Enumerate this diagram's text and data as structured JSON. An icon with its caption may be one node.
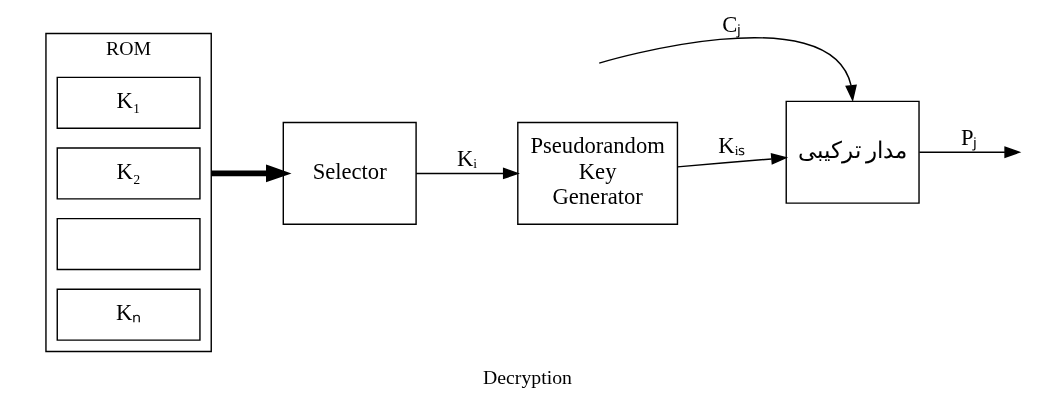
{
  "diagram": {
    "caption": "Decryption",
    "nodes": [
      {
        "text": [
          "ROM"
        ]
      },
      {
        "text": [
          "K₁"
        ],
        "in": 0
      },
      {
        "text": [
          "K₂"
        ],
        "in": 0
      },
      {
        "text": [],
        "shape": "box",
        "in": 0
      },
      {
        "text": [
          "Kₙ"
        ],
        "in": 0
      },
      {
        "text": [
          "Selector"
        ]
      },
      {
        "text": [
          "Pseudorandom",
          "Key",
          "Generator"
        ]
      },
      {
        "text": [
          "مدار ترکیبی"
        ]
      }
    ],
    "edges": [
      {
        "from": 0,
        "to": 5,
        "arrow": "to",
        "style": "thick"
      },
      {
        "from": 5,
        "to": 6,
        "arrow": "to",
        "label": "Kᵢ"
      },
      {
        "from": 6,
        "to": 7,
        "arrow": "to",
        "label": "Kᵢₛ"
      },
      {
        "from": null,
        "to": 7,
        "arrow": "to",
        "label": "Cⱼ"
      },
      {
        "from": 7,
        "to": null,
        "arrow": "to",
        "label": "Pⱼ"
      }
    ]
  }
}
